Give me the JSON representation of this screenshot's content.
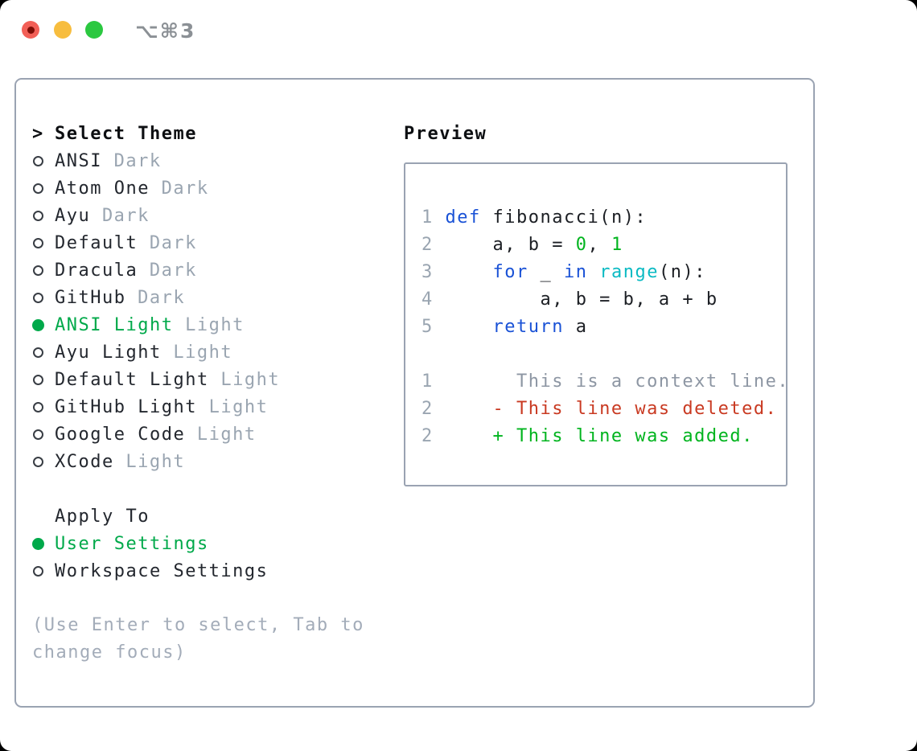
{
  "titlebar": {
    "shortcut": "⌥⌘3"
  },
  "colors": {
    "traffic_red": "#f25f57",
    "traffic_yellow": "#f7bd3e",
    "traffic_green": "#2bc840",
    "panel_border": "#9aa3b2",
    "text": "#23272e",
    "muted": "#9aa5b1",
    "hint": "#a3acb9",
    "selected_green": "#00a94a",
    "keyword_blue": "#1a52d6",
    "builtin_cyan": "#0bbac3",
    "number_green": "#00b41e",
    "diff_deleted_red": "#c93a22",
    "diff_added_green": "#00b41e"
  },
  "theme_menu": {
    "cursor": ">",
    "header": "Select Theme",
    "items": [
      {
        "name": "ANSI",
        "variant": "Dark",
        "selected": false
      },
      {
        "name": "Atom One",
        "variant": "Dark",
        "selected": false
      },
      {
        "name": "Ayu",
        "variant": "Dark",
        "selected": false
      },
      {
        "name": "Default",
        "variant": "Dark",
        "selected": false
      },
      {
        "name": "Dracula",
        "variant": "Dark",
        "selected": false
      },
      {
        "name": "GitHub",
        "variant": "Dark",
        "selected": false
      },
      {
        "name": "ANSI Light",
        "variant": "Light",
        "selected": true
      },
      {
        "name": "Ayu Light",
        "variant": "Light",
        "selected": false
      },
      {
        "name": "Default Light",
        "variant": "Light",
        "selected": false
      },
      {
        "name": "GitHub Light",
        "variant": "Light",
        "selected": false
      },
      {
        "name": "Google Code",
        "variant": "Light",
        "selected": false
      },
      {
        "name": "XCode",
        "variant": "Light",
        "selected": false
      }
    ]
  },
  "apply_to": {
    "header": "Apply To",
    "options": [
      {
        "name": "User Settings",
        "selected": true
      },
      {
        "name": "Workspace Settings",
        "selected": false
      }
    ]
  },
  "hint": "(Use Enter to select, Tab to change focus)",
  "preview": {
    "header": "Preview",
    "code_lines": [
      {
        "num": "1",
        "tokens": [
          {
            "t": " ",
            "c": "fg"
          },
          {
            "t": "def",
            "c": "kw"
          },
          {
            "t": " fibonacci(n):",
            "c": "fg"
          }
        ]
      },
      {
        "num": "2",
        "tokens": [
          {
            "t": "     a, b = ",
            "c": "fg"
          },
          {
            "t": "0",
            "c": "grn"
          },
          {
            "t": ", ",
            "c": "fg"
          },
          {
            "t": "1",
            "c": "grn"
          }
        ]
      },
      {
        "num": "3",
        "tokens": [
          {
            "t": "     ",
            "c": "fg"
          },
          {
            "t": "for",
            "c": "kw"
          },
          {
            "t": " _ ",
            "c": "fg"
          },
          {
            "t": "in",
            "c": "kw"
          },
          {
            "t": " ",
            "c": "fg"
          },
          {
            "t": "range",
            "c": "cyn"
          },
          {
            "t": "(n):",
            "c": "fg"
          }
        ]
      },
      {
        "num": "4",
        "tokens": [
          {
            "t": "         a, b = b, a + b",
            "c": "fg"
          }
        ]
      },
      {
        "num": "5",
        "tokens": [
          {
            "t": "     ",
            "c": "fg"
          },
          {
            "t": "return",
            "c": "kw"
          },
          {
            "t": " a",
            "c": "fg"
          }
        ]
      }
    ],
    "diff_lines": [
      {
        "num": "1",
        "tokens": [
          {
            "t": "       This is a context line.",
            "c": "ctx"
          }
        ]
      },
      {
        "num": "2",
        "tokens": [
          {
            "t": "     - This line was deleted.",
            "c": "del"
          }
        ]
      },
      {
        "num": "2",
        "tokens": [
          {
            "t": "     + This line was added.",
            "c": "add"
          }
        ]
      }
    ]
  }
}
